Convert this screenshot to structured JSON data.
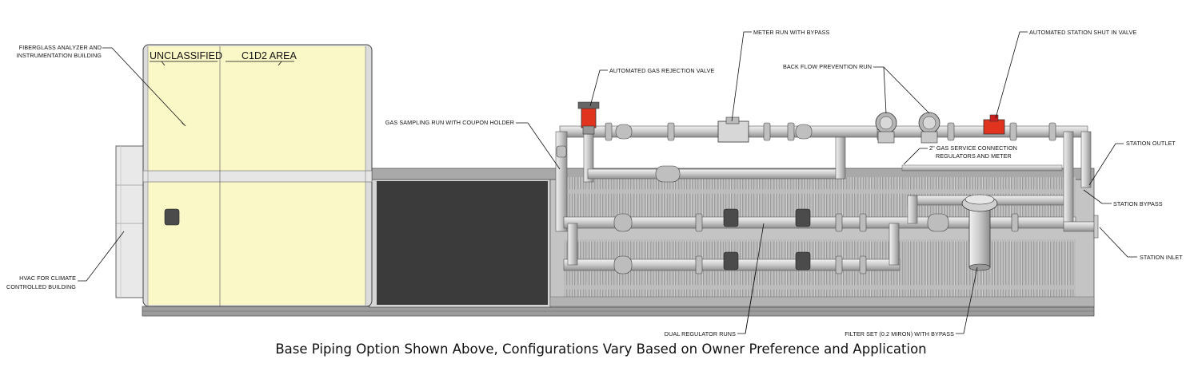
{
  "labels": {
    "fiberglass": [
      "FIBERGLASS ANALYZER AND",
      "INSTRUMENTATION BUILDING"
    ],
    "hvac": [
      "HVAC FOR CLIMATE",
      "CONTROLLED BUILDING"
    ],
    "unclassified": "UNCLASSIFIED",
    "c1d2": "C1D2 AREA",
    "gas_sampling": "GAS SAMPLING RUN WITH COUPON HOLDER",
    "gas_rejection": "AUTOMATED GAS REJECTION VALVE",
    "meter_run": "METER RUN WITH BYPASS",
    "back_flow": "BACK FLOW PREVENTION RUN",
    "shut_in": "AUTOMATED STATION SHUT IN VALVE",
    "gas_service": [
      "2\" GAS SERVICE CONNECTION",
      "REGULATORS AND METER"
    ],
    "station_outlet": "STATION OUTLET",
    "station_bypass": "STATION BYPASS",
    "station_inlet": "STATION INLET",
    "dual_regulator": "DUAL REGULATOR RUNS",
    "filter_set": "FILTER SET (0.2 MIRON) WITH BYPASS"
  },
  "caption": "Base Piping Option Shown Above, Configurations Vary Based on Owner Preference and Application",
  "colors": {
    "building": "#fbf8c8",
    "pipe": "#d4d4d4",
    "valve_red": "#e0341e",
    "skid_dark": "#3b3b3b"
  }
}
